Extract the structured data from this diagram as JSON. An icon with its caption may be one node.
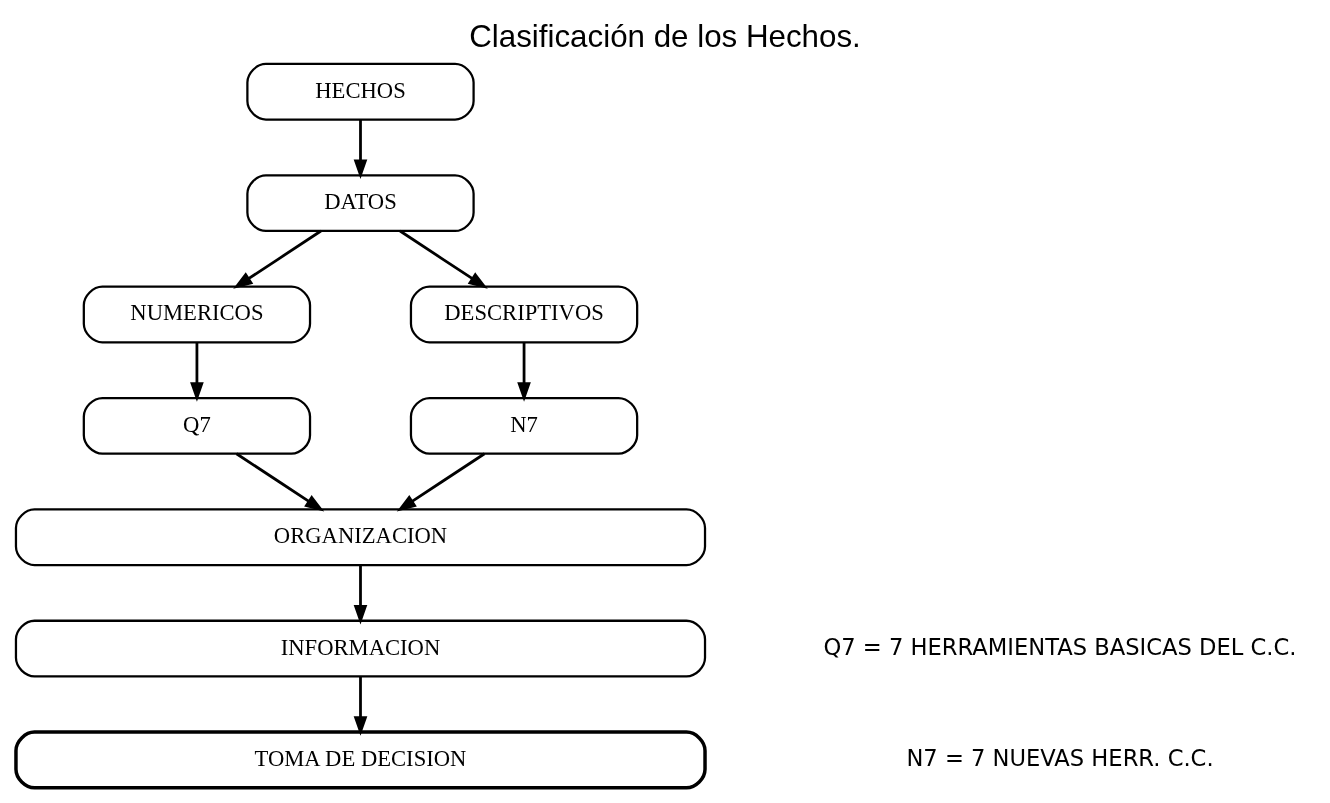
{
  "diagram": {
    "title": "Clasificación de los Hechos.",
    "nodes": [
      {
        "text": [
          "HECHOS"
        ]
      },
      {
        "text": [
          "DATOS"
        ]
      },
      {
        "text": [
          "NUMERICOS"
        ]
      },
      {
        "text": [
          "DESCRIPTIVOS"
        ]
      },
      {
        "text": [
          "Q7"
        ]
      },
      {
        "text": [
          "N7"
        ]
      },
      {
        "text": [
          "ORGANIZACION"
        ]
      },
      {
        "text": [
          "INFORMACION"
        ]
      },
      {
        "text": [
          "TOMA DE DECISION"
        ]
      }
    ],
    "edges": [
      {
        "from": 0,
        "to": 1,
        "arrow": "to"
      },
      {
        "from": 1,
        "to": 2,
        "arrow": "to"
      },
      {
        "from": 1,
        "to": 3,
        "arrow": "to"
      },
      {
        "from": 2,
        "to": 4,
        "arrow": "to"
      },
      {
        "from": 3,
        "to": 5,
        "arrow": "to"
      },
      {
        "from": 4,
        "to": 6,
        "arrow": "to"
      },
      {
        "from": 5,
        "to": 6,
        "arrow": "to"
      },
      {
        "from": 6,
        "to": 7,
        "arrow": "to"
      },
      {
        "from": 7,
        "to": 8,
        "arrow": "to"
      }
    ],
    "labels": [
      "Q7 = 7 HERRAMIENTAS BASICAS DEL C.C.",
      "N7 = 7 NUEVAS HERR. C.C."
    ]
  }
}
